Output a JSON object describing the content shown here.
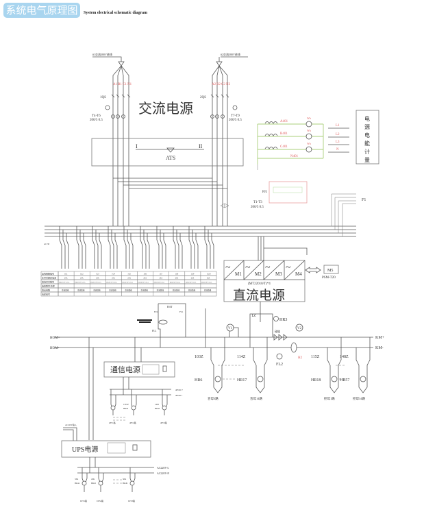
{
  "header": {
    "title": "系统电气原理图",
    "subtitle": "System electrical schematic diagram"
  },
  "ac": {
    "feed1": "#1交流380V进线",
    "feed2": "#2交流380V进线",
    "phases1": [
      "A1",
      "B1",
      "C1",
      "N1"
    ],
    "phases2": [
      "A2",
      "B2",
      "C2",
      "N2"
    ],
    "switch1": "1QS",
    "switch2": "2QS",
    "title": "交流电源",
    "ct1": [
      "T4-T6",
      "200/5 0.5"
    ],
    "ct2": [
      "T7-T9",
      "200/5 0.5"
    ],
    "ats_in1": "I",
    "ats_in2": "II",
    "ats": "ATS"
  },
  "metering": {
    "lines": [
      "A401",
      "B401",
      "C401"
    ],
    "neutral": "N401",
    "meter": "Wh",
    "outputs": [
      "L1",
      "L2",
      "L3",
      "N"
    ],
    "title_chars": [
      "电",
      "源",
      "电",
      "能",
      "计",
      "量"
    ],
    "pj": "PJ1",
    "ct": [
      "T1-T3",
      "200/5 0.5"
    ],
    "f1": "F1"
  },
  "feeders": {
    "breaker_label": "AC/3P",
    "rows": [
      "出线回路编号",
      "主开关额定电流",
      "馈线开关型号",
      "电机型号/功率",
      "馈出线路",
      "电缆编号"
    ],
    "ids": [
      "1G1",
      "1G2",
      "1G3",
      "1G4",
      "1G5",
      "1G6",
      "1G7",
      "1G8",
      "1G9",
      "1G10"
    ],
    "current": "25A",
    "model": "DZ20-2P-C25A",
    "desc": "交流馈线"
  },
  "dc": {
    "modules": [
      "M1",
      "M2",
      "M3",
      "M4"
    ],
    "monitor": "M5",
    "monitor_model": "PSM-T20",
    "model": "(MT22010/T)*4",
    "title": "直流电源",
    "bat": "BAT",
    "fu1": "FU2",
    "fu2": "FU1",
    "fl1": "FL1",
    "fl2": "FL2",
    "hom_plus": "HOM+",
    "hom_minus": "HOM-",
    "km_plus": "KM+",
    "km_minus": "KM-",
    "v1": "V1",
    "v2": "V2",
    "switch_1z": "1Z",
    "hr3": "HR3",
    "diode": "硅链",
    "h2": "H2",
    "branches": [
      {
        "sw": "103Z",
        "lamp": "HR6",
        "label": "合母3路"
      },
      {
        "sw": "114Z",
        "lamp": "HR17",
        "label": "合母14路"
      },
      {
        "sw": "115Z",
        "lamp": "HR18",
        "label": "控母1路"
      },
      {
        "sw": "148Z",
        "lamp": "HR57",
        "label": "控母34路"
      }
    ]
  },
  "comm": {
    "title": "通信电源",
    "bus_plus": "48VDC+",
    "bus_minus": "48VDC-",
    "branches": [
      "48V1路",
      "48V2路",
      "48V3路"
    ],
    "sw": [
      "1301Z",
      "1402"
    ],
    "lamp": [
      "HR20",
      "HR43"
    ]
  },
  "ups": {
    "title": "UPS电源",
    "input": "AC220V输入",
    "out_l": "AC220V-L",
    "out_n": "AC220V-N",
    "branches": [
      "UPS1路",
      "UPS2路",
      "UPS3路"
    ],
    "sw": [
      "33K",
      "43K",
      "50K"
    ],
    "lamp": [
      "HR44",
      "HR45",
      "HR49"
    ]
  }
}
